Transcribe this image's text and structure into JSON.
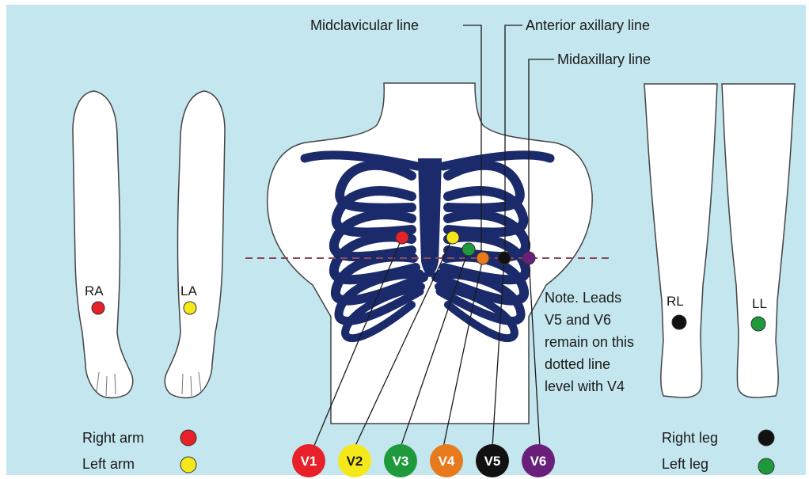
{
  "line_labels": {
    "midclavicular": "Midclavicular line",
    "anterior_axillary": "Anterior axillary line",
    "midaxillary": "Midaxillary line"
  },
  "limb_electrodes": {
    "ra": {
      "label": "RA",
      "color": "#e8202a"
    },
    "la": {
      "label": "LA",
      "color": "#f5e81a"
    },
    "rl": {
      "label": "RL",
      "color": "#111111"
    },
    "ll": {
      "label": "LL",
      "color": "#1e9a3c"
    }
  },
  "note_lines": [
    "Note. Leads",
    "V5 and V6",
    "remain on this",
    "dotted line",
    "level with V4"
  ],
  "legend_arms": [
    {
      "label": "Right arm",
      "color": "#e8202a"
    },
    {
      "label": "Left arm",
      "color": "#f5e81a"
    }
  ],
  "legend_legs": [
    {
      "label": "Right leg",
      "color": "#111111"
    },
    {
      "label": "Left leg",
      "color": "#1e9a3c"
    }
  ],
  "chest_leads": [
    {
      "label": "V1",
      "color": "#e8202a"
    },
    {
      "label": "V2",
      "color": "#f5e81a"
    },
    {
      "label": "V3",
      "color": "#1e9a3c"
    },
    {
      "label": "V4",
      "color": "#e87a1e"
    },
    {
      "label": "V5",
      "color": "#111111"
    },
    {
      "label": "V6",
      "color": "#6a1f7a"
    }
  ],
  "colors": {
    "background": "#c4e6ee",
    "ribcage": "#1b2a6b",
    "body": "#ffffff",
    "outline": "#3a3a3a"
  }
}
